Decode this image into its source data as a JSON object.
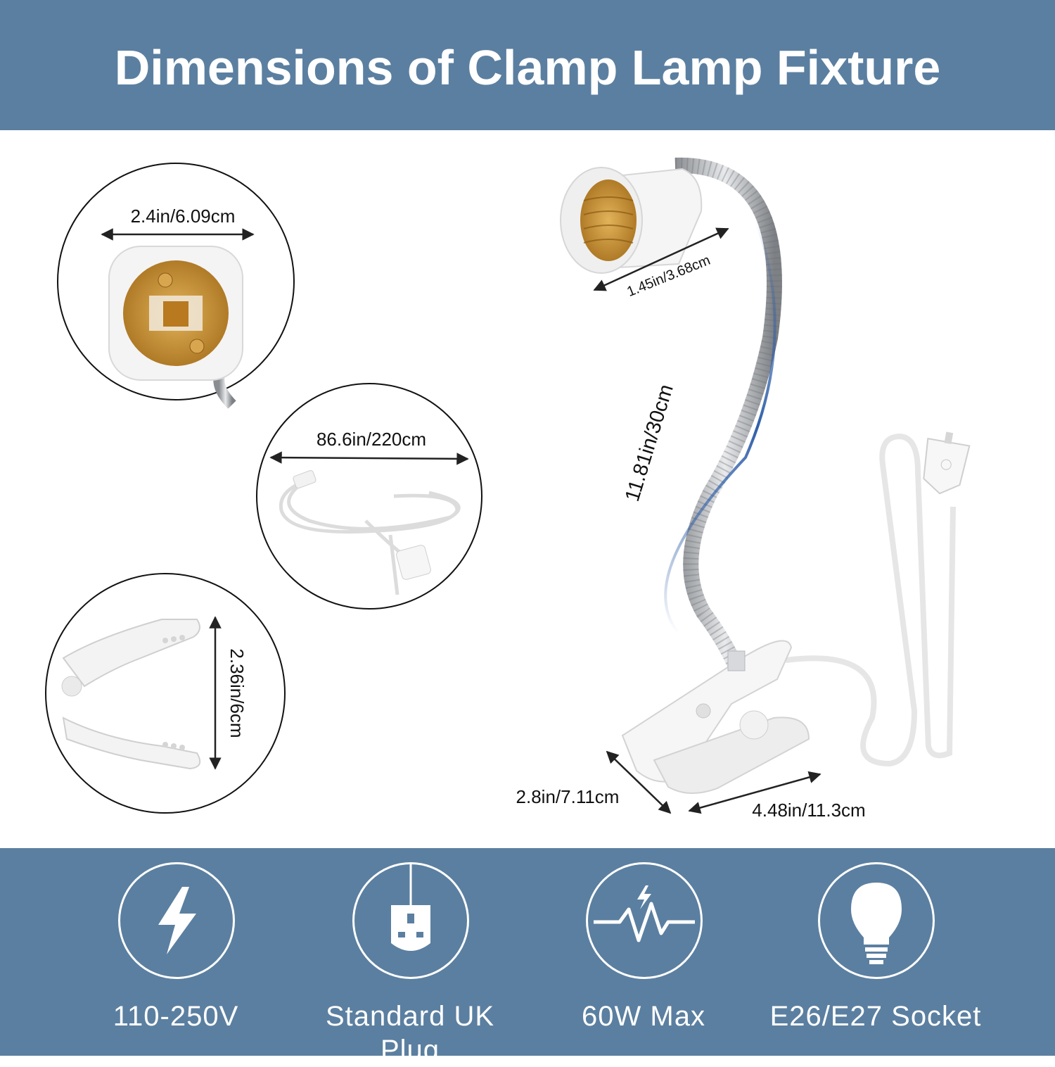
{
  "title": "Dimensions of Clamp Lamp Fixture",
  "dimensions": {
    "socket_width": "2.4in/6.09cm",
    "cord_length": "86.6in/220cm",
    "clamp_opening": "2.36in/6cm",
    "holder_diameter": "1.45in/3.68cm",
    "gooseneck_length": "11.81in/30cm",
    "base_width": "2.8in/7.11cm",
    "base_length": "4.48in/11.3cm"
  },
  "features": [
    {
      "icon": "lightning-bolt-icon",
      "label": "110-250V"
    },
    {
      "icon": "uk-plug-icon",
      "label": "Standard UK Plug"
    },
    {
      "icon": "power-wave-icon",
      "label": "60W Max"
    },
    {
      "icon": "light-bulb-icon",
      "label": "E26/E27 Socket"
    }
  ],
  "colors": {
    "band": "#5b7fa0",
    "accent_line": "#2f5fa8",
    "socket_gold": "#c68a2a"
  }
}
